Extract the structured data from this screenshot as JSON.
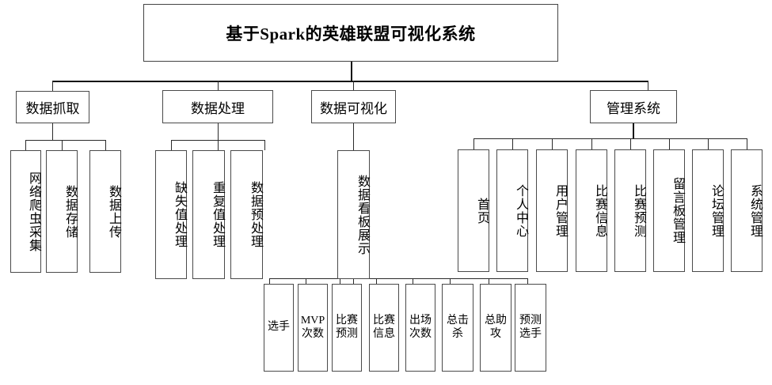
{
  "diagram": {
    "type": "organization-tree",
    "title": "基于Spark的英雄联盟可视化系统",
    "root": {
      "label": "基于Spark的英雄联盟可视化系统"
    },
    "level2": [
      {
        "key": "capture",
        "label": "数据抓取"
      },
      {
        "key": "process",
        "label": "数据处理"
      },
      {
        "key": "visualize",
        "label": "数据可视化"
      },
      {
        "key": "manage",
        "label": "管理系统"
      }
    ],
    "capture_children": [
      {
        "label": "网络爬虫采集"
      },
      {
        "label": "数据存储"
      },
      {
        "label": "数据上传"
      }
    ],
    "process_children": [
      {
        "label": "缺失值处理"
      },
      {
        "label": "重复值处理"
      },
      {
        "label": "数据预处理"
      }
    ],
    "visualize_children": [
      {
        "label": "数据看板展示"
      }
    ],
    "dashboard_children": [
      {
        "label": "选手"
      },
      {
        "label": "MVP次数"
      },
      {
        "label": "比赛预测"
      },
      {
        "label": "比赛信息"
      },
      {
        "label": "出场次数"
      },
      {
        "label": "总击杀"
      },
      {
        "label": "总助攻"
      },
      {
        "label": "预测选手"
      }
    ],
    "manage_children": [
      {
        "label": "首页"
      },
      {
        "label": "个人中心"
      },
      {
        "label": "用户管理"
      },
      {
        "label": "比赛信息"
      },
      {
        "label": "比赛预测"
      },
      {
        "label": "留言板管理"
      },
      {
        "label": "论坛管理"
      },
      {
        "label": "系统管理"
      }
    ],
    "colors": {
      "background": "#ffffff",
      "box_border": "#4a4a4a",
      "connector": "#2a2a2a",
      "text": "#000000"
    }
  }
}
